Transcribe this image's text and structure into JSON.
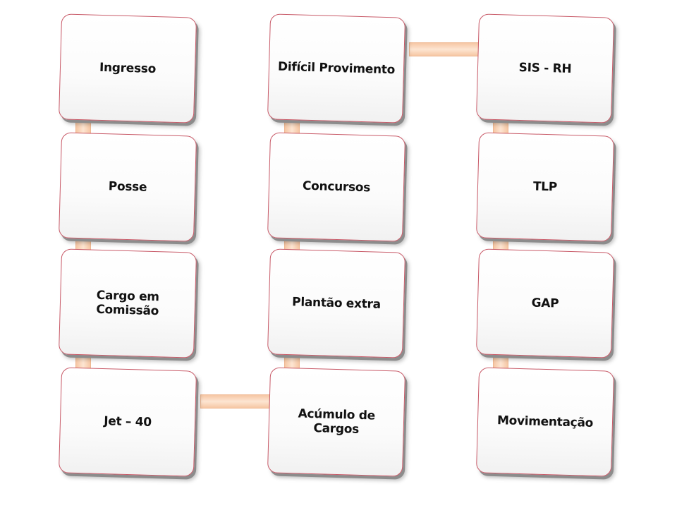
{
  "diagram": {
    "columns": [
      {
        "boxes": [
          {
            "label": "Ingresso"
          },
          {
            "label": "Posse"
          },
          {
            "label": "Cargo em Comissão"
          },
          {
            "label": "Jet – 40"
          }
        ]
      },
      {
        "boxes": [
          {
            "label": "Difícil Provimento"
          },
          {
            "label": "Concursos"
          },
          {
            "label": "Plantão extra"
          },
          {
            "label": "Acúmulo de Cargos"
          }
        ]
      },
      {
        "boxes": [
          {
            "label": "SIS - RH"
          },
          {
            "label": "TLP"
          },
          {
            "label": "GAP"
          },
          {
            "label": "Movimentação"
          }
        ]
      }
    ],
    "colors": {
      "box_border": "#c85a68",
      "connector": "#f6c7a4"
    }
  }
}
